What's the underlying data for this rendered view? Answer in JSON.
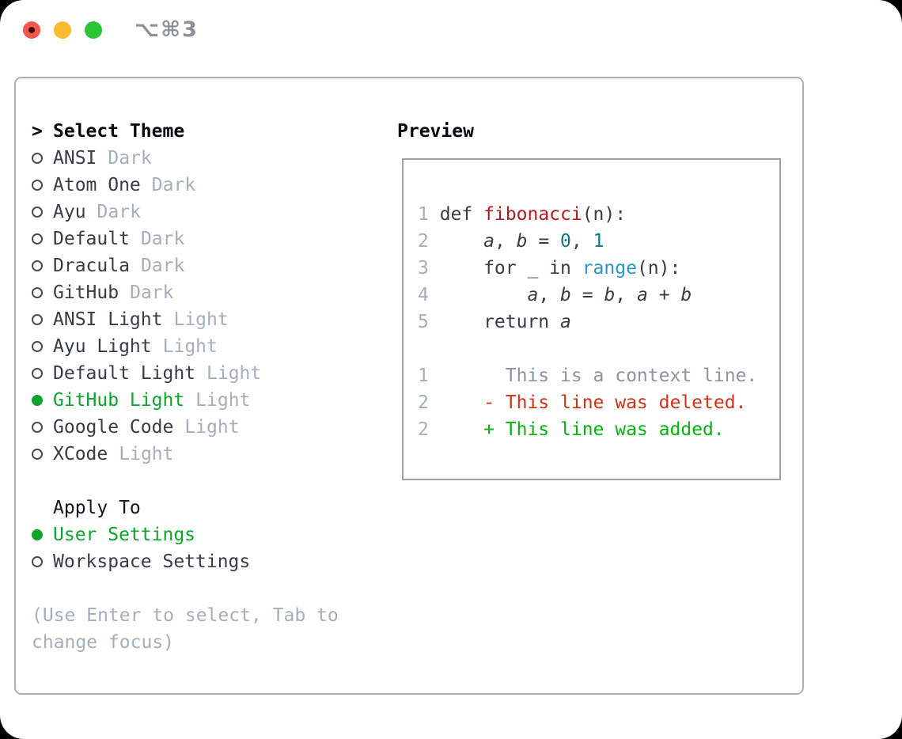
{
  "titlebar": {
    "shortcut": "⌥⌘3",
    "buttons": [
      "close",
      "minimize",
      "zoom"
    ]
  },
  "colors": {
    "accent_green": "#0ea32d",
    "added_green": "#07b00e",
    "deleted_red": "#d03219",
    "function_red": "#b01c1c",
    "number_teal": "#0d7b80",
    "builtin_blue": "#2a96c8",
    "muted_gray": "#a5afbb",
    "text_dark": "#363d46"
  },
  "theme_picker": {
    "prompt": ">",
    "title": "Select Theme",
    "themes": [
      {
        "name": "ANSI",
        "variant": "Dark",
        "selected": false
      },
      {
        "name": "Atom One",
        "variant": "Dark",
        "selected": false
      },
      {
        "name": "Ayu",
        "variant": "Dark",
        "selected": false
      },
      {
        "name": "Default",
        "variant": "Dark",
        "selected": false
      },
      {
        "name": "Dracula",
        "variant": "Dark",
        "selected": false
      },
      {
        "name": "GitHub",
        "variant": "Dark",
        "selected": false
      },
      {
        "name": "ANSI Light",
        "variant": "Light",
        "selected": false
      },
      {
        "name": "Ayu Light",
        "variant": "Light",
        "selected": false
      },
      {
        "name": "Default Light",
        "variant": "Light",
        "selected": false
      },
      {
        "name": "GitHub Light",
        "variant": "Light",
        "selected": true
      },
      {
        "name": "Google Code",
        "variant": "Light",
        "selected": false
      },
      {
        "name": "XCode",
        "variant": "Light",
        "selected": false
      }
    ]
  },
  "apply_to": {
    "title": "Apply To",
    "options": [
      {
        "label": "User Settings",
        "selected": true
      },
      {
        "label": "Workspace Settings",
        "selected": false
      }
    ]
  },
  "help_text": "(Use Enter to select, Tab to change focus)",
  "preview": {
    "title": "Preview",
    "lines": [
      {
        "num": "1",
        "kind": "code",
        "tokens": [
          {
            "t": "def ",
            "c": "d"
          },
          {
            "t": "fibonacci",
            "c": "fn"
          },
          {
            "t": "(n):",
            "c": "d"
          }
        ]
      },
      {
        "num": "2",
        "kind": "code",
        "tokens": [
          {
            "t": "    ",
            "c": "d"
          },
          {
            "t": "a",
            "c": "v"
          },
          {
            "t": ", ",
            "c": "d"
          },
          {
            "t": "b",
            "c": "v"
          },
          {
            "t": " = ",
            "c": "d"
          },
          {
            "t": "0",
            "c": "num"
          },
          {
            "t": ", ",
            "c": "d"
          },
          {
            "t": "1",
            "c": "num"
          }
        ]
      },
      {
        "num": "3",
        "kind": "code",
        "tokens": [
          {
            "t": "    for _ in ",
            "c": "d"
          },
          {
            "t": "range",
            "c": "bi"
          },
          {
            "t": "(n):",
            "c": "d"
          }
        ]
      },
      {
        "num": "4",
        "kind": "code",
        "tokens": [
          {
            "t": "        ",
            "c": "d"
          },
          {
            "t": "a",
            "c": "v"
          },
          {
            "t": ", ",
            "c": "d"
          },
          {
            "t": "b",
            "c": "v"
          },
          {
            "t": " = ",
            "c": "d"
          },
          {
            "t": "b",
            "c": "v"
          },
          {
            "t": ", ",
            "c": "d"
          },
          {
            "t": "a",
            "c": "v"
          },
          {
            "t": " + ",
            "c": "d"
          },
          {
            "t": "b",
            "c": "v"
          }
        ]
      },
      {
        "num": "5",
        "kind": "code",
        "tokens": [
          {
            "t": "    return ",
            "c": "d"
          },
          {
            "t": "a",
            "c": "v"
          }
        ]
      },
      {
        "num": "",
        "kind": "blank",
        "tokens": []
      },
      {
        "num": "1",
        "kind": "context",
        "tokens": [
          {
            "t": "      This is a context line.",
            "c": "ctx"
          }
        ]
      },
      {
        "num": "2",
        "kind": "deleted",
        "tokens": [
          {
            "t": "    - This line was deleted.",
            "c": "del"
          }
        ]
      },
      {
        "num": "2",
        "kind": "added",
        "tokens": [
          {
            "t": "    + This line was added.",
            "c": "add"
          }
        ]
      }
    ]
  }
}
